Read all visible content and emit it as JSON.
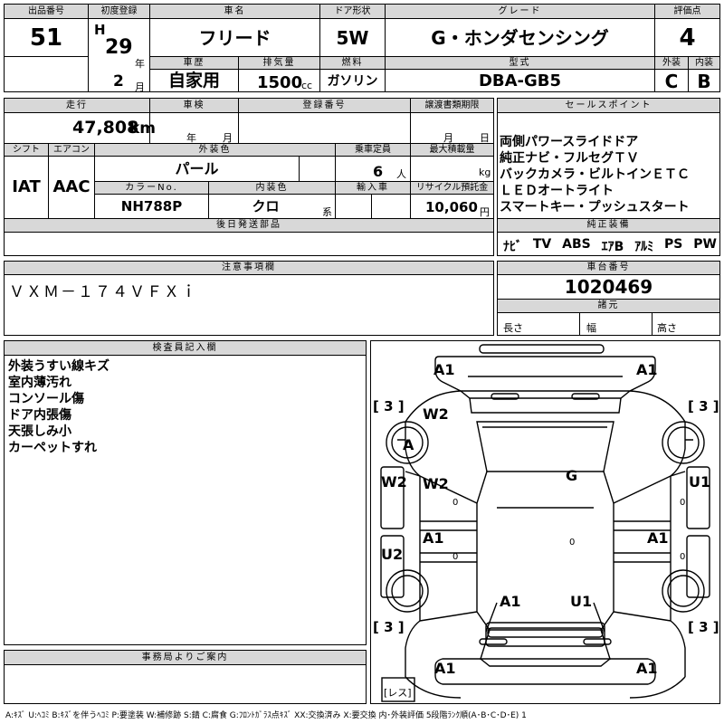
{
  "header": {
    "lot_label": "出品番号",
    "lot_no": "51",
    "first_reg_label": "初度登録",
    "era": "H",
    "year": "29",
    "year_unit": "年",
    "month": "2",
    "month_unit": "月",
    "car_name_label": "車名",
    "car_name": "フリード",
    "door_label": "ドア形状",
    "door": "5W",
    "grade_label": "グレード",
    "grade": "G・ホンダセンシング",
    "score_label": "評価点",
    "score": "4",
    "history_label": "車歴",
    "history": "自家用",
    "displacement_label": "排気量",
    "displacement": "1500",
    "displacement_unit": "cc",
    "fuel_label": "燃料",
    "fuel": "ガソリン",
    "model_label": "型式",
    "model": "DBA-GB5",
    "ext_label": "外装",
    "ext": "C",
    "int_label": "内装",
    "int": "B"
  },
  "specs": {
    "mileage_label": "走行",
    "mileage": "47,808",
    "mileage_unit": "km",
    "inspection_label": "車検",
    "insp_year_unit": "年",
    "insp_month_unit": "月",
    "regno_label": "登録番号",
    "delivery_label": "譲渡書類期限",
    "deliv_month_unit": "月",
    "deliv_day_unit": "日",
    "shift_label": "シフト",
    "shift": "IAT",
    "ac_label": "エアコン",
    "ac": "AAC",
    "color_label": "外装色",
    "color": "パール",
    "capacity_label": "乗車定員",
    "capacity": "6",
    "capacity_unit": "人",
    "load_label": "最大積載量",
    "load_unit": "kg",
    "colorno_label": "カラーNo.",
    "colorno": "NH788P",
    "intcolor_label": "内装色",
    "intcolor": "クロ",
    "intcolor_unit": "系",
    "import_label": "輸入車",
    "recycle_label": "リサイクル預託金",
    "recycle": "10,060",
    "recycle_unit": "円",
    "later_label": "後日発送部品"
  },
  "sales": {
    "label": "セールスポイント",
    "lines": [
      "両側パワースライドドア",
      "純正ナビ・フルセグＴＶ",
      "バックカメラ・ビルトインＥＴＣ",
      "ＬＥＤオートライト",
      "スマートキー・プッシュスタート"
    ]
  },
  "equipment": {
    "label": "純正装備",
    "items": [
      "ﾅﾋﾞ",
      "TV",
      "ABS",
      "ｴｱB",
      "ｱﾙﾐ",
      "PS",
      "PW"
    ]
  },
  "notes": {
    "label": "注意事項欄",
    "text": "ＶＸＭ－１７４ＶＦＸｉ"
  },
  "chassis": {
    "label": "車台番号",
    "number": "1020469",
    "dims_label": "諸元",
    "length_label": "長さ",
    "width_label": "幅",
    "height_label": "高さ"
  },
  "inspector": {
    "label": "検査員記入欄",
    "lines": [
      "外装うすい線キズ",
      "室内薄汚れ",
      "コンソール傷",
      "ドア内張傷",
      "天張しみ小",
      "カーペットすれ"
    ]
  },
  "office": {
    "label": "事務局よりご案内"
  },
  "diagram": {
    "marks": {
      "a1_fl": "A1",
      "a1_fr": "A1",
      "w2_lf": "W2",
      "a_lf": "A",
      "g_roof": "G",
      "w2_ld": "W2",
      "u1_rd": "U1",
      "w2_in": "W2",
      "a1_lr": "A1",
      "a1_rr": "A1",
      "u2_l": "U2",
      "a1_bl": "A1",
      "u1_br": "U1",
      "a1_rl": "A1",
      "a1_rrr": "A1"
    },
    "tire_fl": "3",
    "tire_fr": "3",
    "tire_rl": "3",
    "tire_rr": "3",
    "spare_label": "レス",
    "zeros": [
      "0",
      "0",
      "0",
      "0",
      "0"
    ]
  },
  "legend": "A:ｷｽﾞ U:ﾍｺﾐ B:ｷｽﾞを伴うﾍｺﾐ P:要塗装 W:補修跡 S:錆 C:腐食 G:ﾌﾛﾝﾄｶﾞﾗｽ点ｷｽﾞ XX:交換済み X:要交換  内･外装評価 5段階ﾗﾝｸ順(A･B･C･D･E) 1"
}
